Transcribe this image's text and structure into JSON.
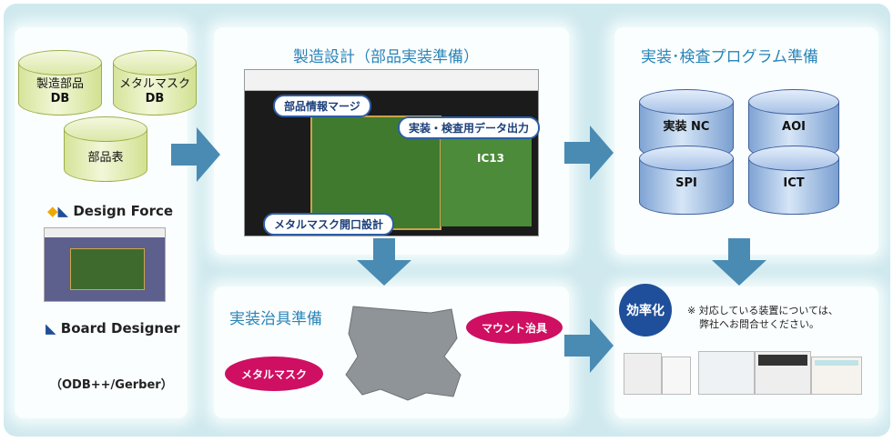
{
  "left": {
    "databases": [
      {
        "line1": "製造部品",
        "line2": "DB"
      },
      {
        "line1": "メタルマスク",
        "line2": "DB"
      },
      {
        "line1": "部品表",
        "line2": ""
      }
    ],
    "logo1": "Design Force",
    "logo2": "Board Designer",
    "formats": "（ODB++/Gerber）"
  },
  "center": {
    "title": "製造設計（部品実装準備）",
    "labels": [
      "部品情報マージ",
      "実装・検査用データ出力",
      "メタルマスク開口設計"
    ],
    "board_text": "IC13"
  },
  "jig": {
    "title": "実装治具準備",
    "mount_jig": "マウント治具",
    "metal_mask": "メタルマスク"
  },
  "right": {
    "title": "実装･検査プログラム準備",
    "programs": [
      "実装 NC",
      "SPI",
      "AOI",
      "ICT"
    ],
    "badge": "効率化",
    "note_line1": "※ 対応している装置については、",
    "note_line2": "弊社へお問合せください。"
  },
  "colors": {
    "accent": "#2a84b8",
    "magenta": "#cf0f62",
    "navy": "#1f4f9a"
  }
}
